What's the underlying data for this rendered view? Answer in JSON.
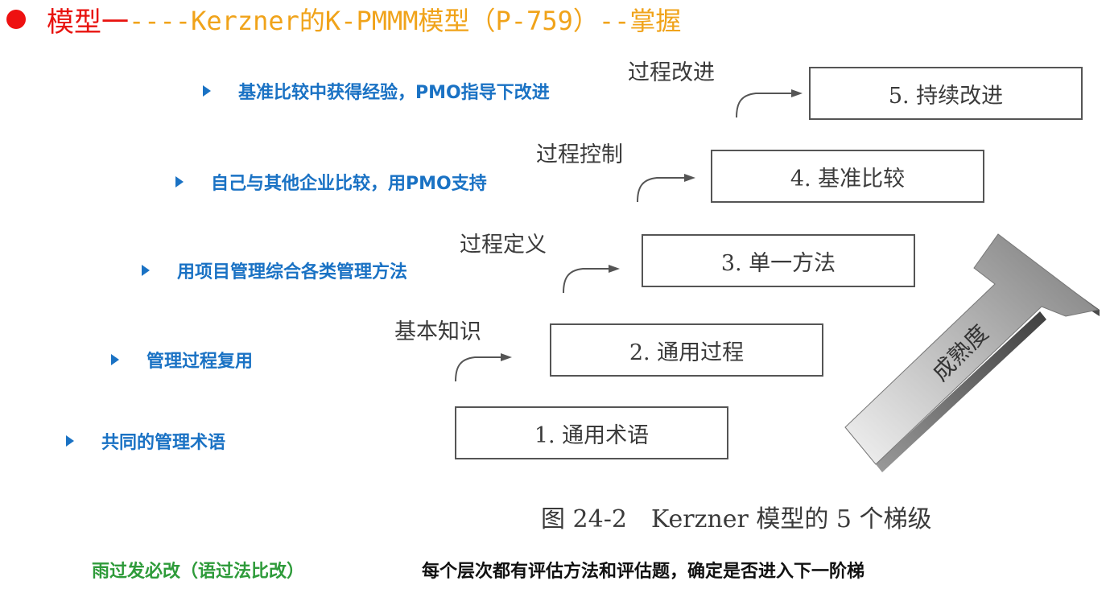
{
  "title": {
    "part1": "模型一",
    "part2": "----Kerzner的K-PMMM模型（P-759）--掌握"
  },
  "bullets": [
    "基准比较中获得经验，PMO指导下改进",
    "自己与其他企业比较，用PMO支持",
    "用项目管理综合各类管理方法",
    "管理过程复用",
    "共同的管理术语"
  ],
  "diagram": {
    "stage_labels": [
      "过程改进",
      "过程控制",
      "过程定义",
      "基本知识"
    ],
    "steps": [
      "5. 持续改进",
      "4. 基准比较",
      "3. 单一方法",
      "2. 通用过程",
      "1. 通用术语"
    ],
    "arrow_label": "成熟度",
    "caption": "图 24-2　Kerzner 模型的 5 个梯级"
  },
  "footer": {
    "left": "雨过发必改（语过法比改）",
    "right": "每个层次都有评估方法和评估题，确定是否进入下一阶梯"
  },
  "colors": {
    "title_red": "#e8130f",
    "title_orange": "#f0a31a",
    "bullet_blue": "#1a72c4",
    "footer_green": "#2e9b3a"
  }
}
